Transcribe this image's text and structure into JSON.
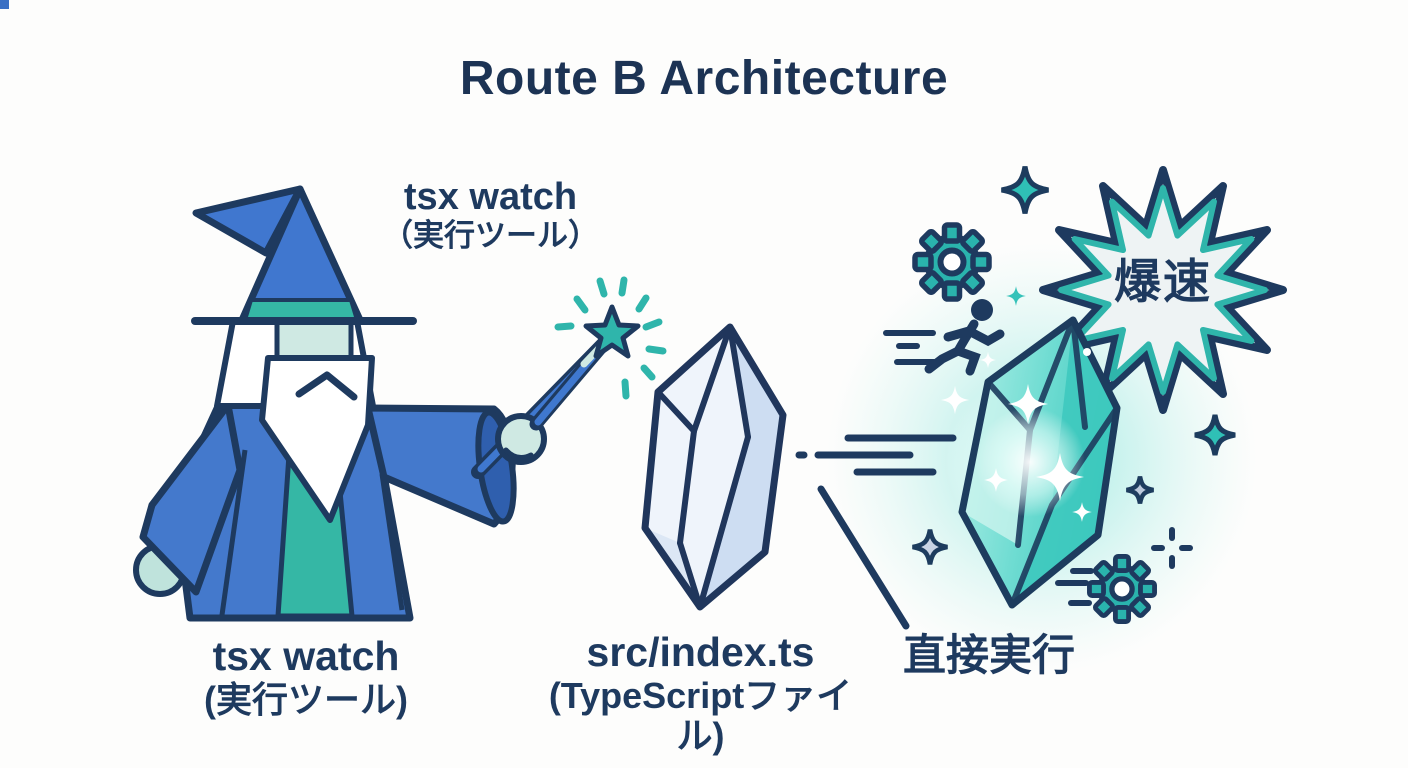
{
  "title": "Route B Architecture",
  "labels": {
    "wizard_top": {
      "line1": "tsx watch",
      "line2": "（実行ツール）"
    },
    "wizard_bottom": {
      "line1": "tsx watch",
      "line2": "(実行ツール)"
    },
    "source_file": {
      "line1": "src/index.ts",
      "line2": "(TypeScriptファイル)"
    },
    "direct_execution": "直接実行",
    "speed_burst": "爆速"
  },
  "palette": {
    "outline_navy": "#1e3a5f",
    "title_navy": "#1c3354",
    "robe_blue": "#4479cc",
    "cuff_blue": "#2f5fae",
    "teal": "#2fb5ab",
    "mint": "#cfe9e3",
    "crystal_white": "#eff4fb",
    "crystal_shade_blue": "#cdddf2",
    "glow_teal": "#7fe0d6",
    "burst_fill": "#edf2f4",
    "background": "#fdfdfc"
  },
  "icons": {
    "wizard": "wizard-character",
    "wand": "magic-wand-icon",
    "wand_star": "star-icon",
    "source_crystal": "crystal-icon",
    "result_crystal": "glowing-crystal-icon",
    "burst": "speed-burst-shape",
    "gear": "gear-icon",
    "runner": "running-person-icon",
    "sparkle": "four-point-sparkle-icon",
    "speed_lines": "speed-lines",
    "pointer": "diagonal-pointer-line",
    "crosshair": "plus-crosshair-icon",
    "corner": "corner-mark"
  }
}
